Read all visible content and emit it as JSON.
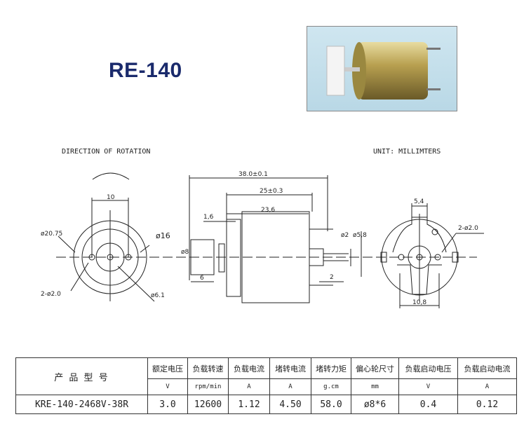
{
  "title": "RE-140",
  "drawing": {
    "direction_label": "DIRECTION OF ROTATION",
    "unit_label": "UNIT: MILLIMTERS",
    "dims": {
      "d20_75": "ø20.75",
      "d16": "ø16",
      "ten": "10",
      "d2": "ø2",
      "holes": "2-ø2.0",
      "d6_1": "ø6.1",
      "l38": "38.0±0.1",
      "l25": "25±0.3",
      "l23_6": "23,6",
      "l1_6": "1,6",
      "d8": "ø8",
      "six": "6",
      "d2b": "ø2",
      "d5_8": "ø5,8",
      "two": "2",
      "w5_4": "5,4",
      "holes_r": "2-ø2.0",
      "w10_8": "10,8"
    }
  },
  "table": {
    "model_header": "产 品 型 号",
    "headers": [
      "额定电压",
      "负载转速",
      "负载电流",
      "堵转电流",
      "堵转力矩",
      "偏心轮尺寸",
      "负载启动电压",
      "负载启动电流"
    ],
    "units": [
      "V",
      "rpm/min",
      "A",
      "A",
      "g.cm",
      "mm",
      "V",
      "A"
    ],
    "model": "KRE-140-2468V-38R",
    "values": [
      "3.0",
      "12600",
      "1.12",
      "4.50",
      "58.0",
      "ø8*6",
      "0.4",
      "0.12"
    ]
  }
}
